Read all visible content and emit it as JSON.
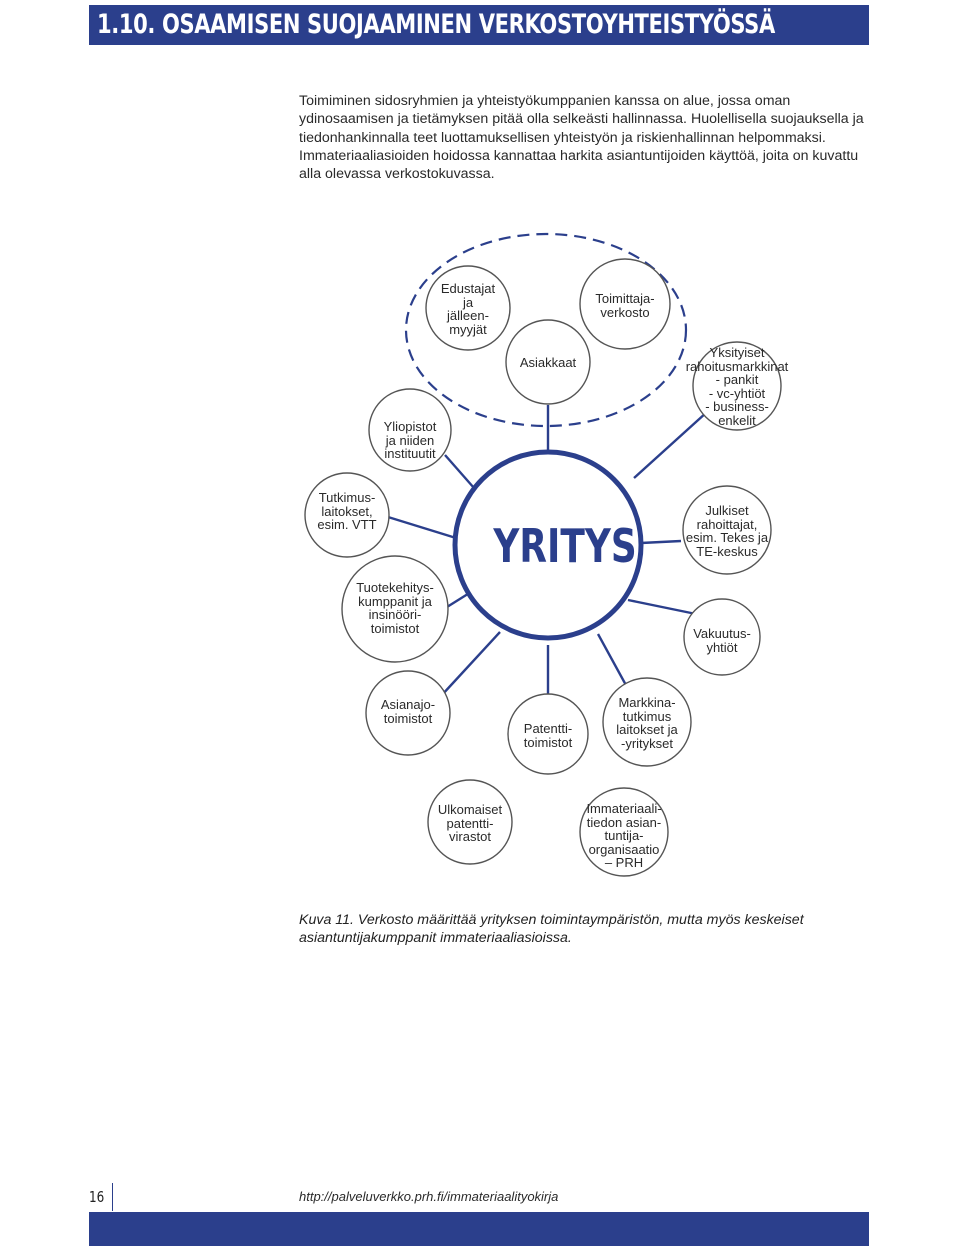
{
  "header": {
    "title": "1.10. OSAAMISEN SUOJAAMINEN VERKOSTOYHTEISTYÖSSÄ"
  },
  "intro": {
    "paragraph": "Toimiminen sidosryhmien ja yhteistyökumppanien kanssa on alue, jossa oman ydinosaamisen ja tietämyksen pitää olla selkeästi hallinnassa. Huolellisella suojauksella ja tiedonhankinnalla teet luottamuksellisen yhteistyön ja riskienhallinnan helpommaksi. Immateriaaliasioiden hoidossa kannattaa harkita asiantuntijoiden käyttöä, joita on kuvattu alla olevassa verkostokuvassa."
  },
  "diagram": {
    "center": "YRITYS",
    "nodes": {
      "edustajat": "Edustajat\nja\njälleen-\nmyyjät",
      "toimittajaverkosto": "Toimittaja-\nverkosto",
      "asiakkaat": "Asiakkaat",
      "yksityiset_rahoittajat": "Yksityiset\nrahoitusmarkkinat\n- pankit\n- vc-yhtiöt\n- business-\nenkelit",
      "yliopistot": "Yliopistot\nja niiden\ninstituutit",
      "tutkimuslaitokset": "Tutkimus-\nlaitokset,\nesim. VTT",
      "julkiset_rahoittajat": "Julkiset\nrahoittajat,\nesim. Tekes ja\nTE-keskus",
      "tuotekehityskumppanit": "Tuotekehitys-\nkumppanit ja\ninsinööri-\ntoimistot",
      "vakuutusyhtiot": "Vakuutus-\nyhtiöt",
      "asianajotoimistot": "Asianajo-\ntoimistot",
      "patenttitoimistot": "Patentti-\ntoimistot",
      "markkinatutkimus": "Markkina-\ntutkimus\nlaitokset ja\n-yritykset",
      "ulkomaiset_patenttivirastot": "Ulkomaiset\npatentti-\nvirastot",
      "prh": "Immateriaali-\ntiedon asian-\ntuntija-\norganisaatio\n– PRH"
    },
    "colors": {
      "accent": "#2b3f8c",
      "node_stroke": "#444444"
    }
  },
  "caption": {
    "text": "Kuva 11. Verkosto määrittää yrityksen toimintaympäristön, mutta myös keskeiset asiantuntijakumppanit immateriaaliasioissa."
  },
  "footer": {
    "page_number": "16",
    "url": "http://palveluverkko.prh.fi/immateriaalityokirja"
  }
}
